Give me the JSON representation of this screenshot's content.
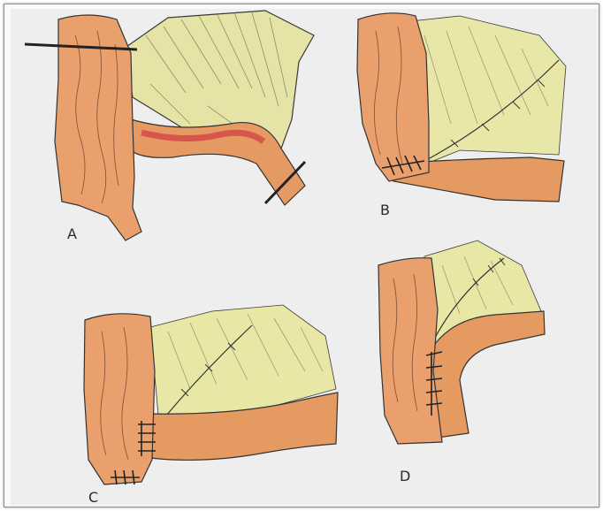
{
  "figure": {
    "panels": [
      {
        "id": "A",
        "label": "A"
      },
      {
        "id": "B",
        "label": "B"
      },
      {
        "id": "C",
        "label": "C"
      },
      {
        "id": "D",
        "label": "D"
      }
    ],
    "colors": {
      "paper": "#eeeeee",
      "bowel": "#e9a06d",
      "bowel_dark": "#d97f4a",
      "mesentery": "#e8e7a6",
      "stitches": "#2b2b2b",
      "ink": "#2a2a2a",
      "bleeding": "#d45045"
    }
  }
}
